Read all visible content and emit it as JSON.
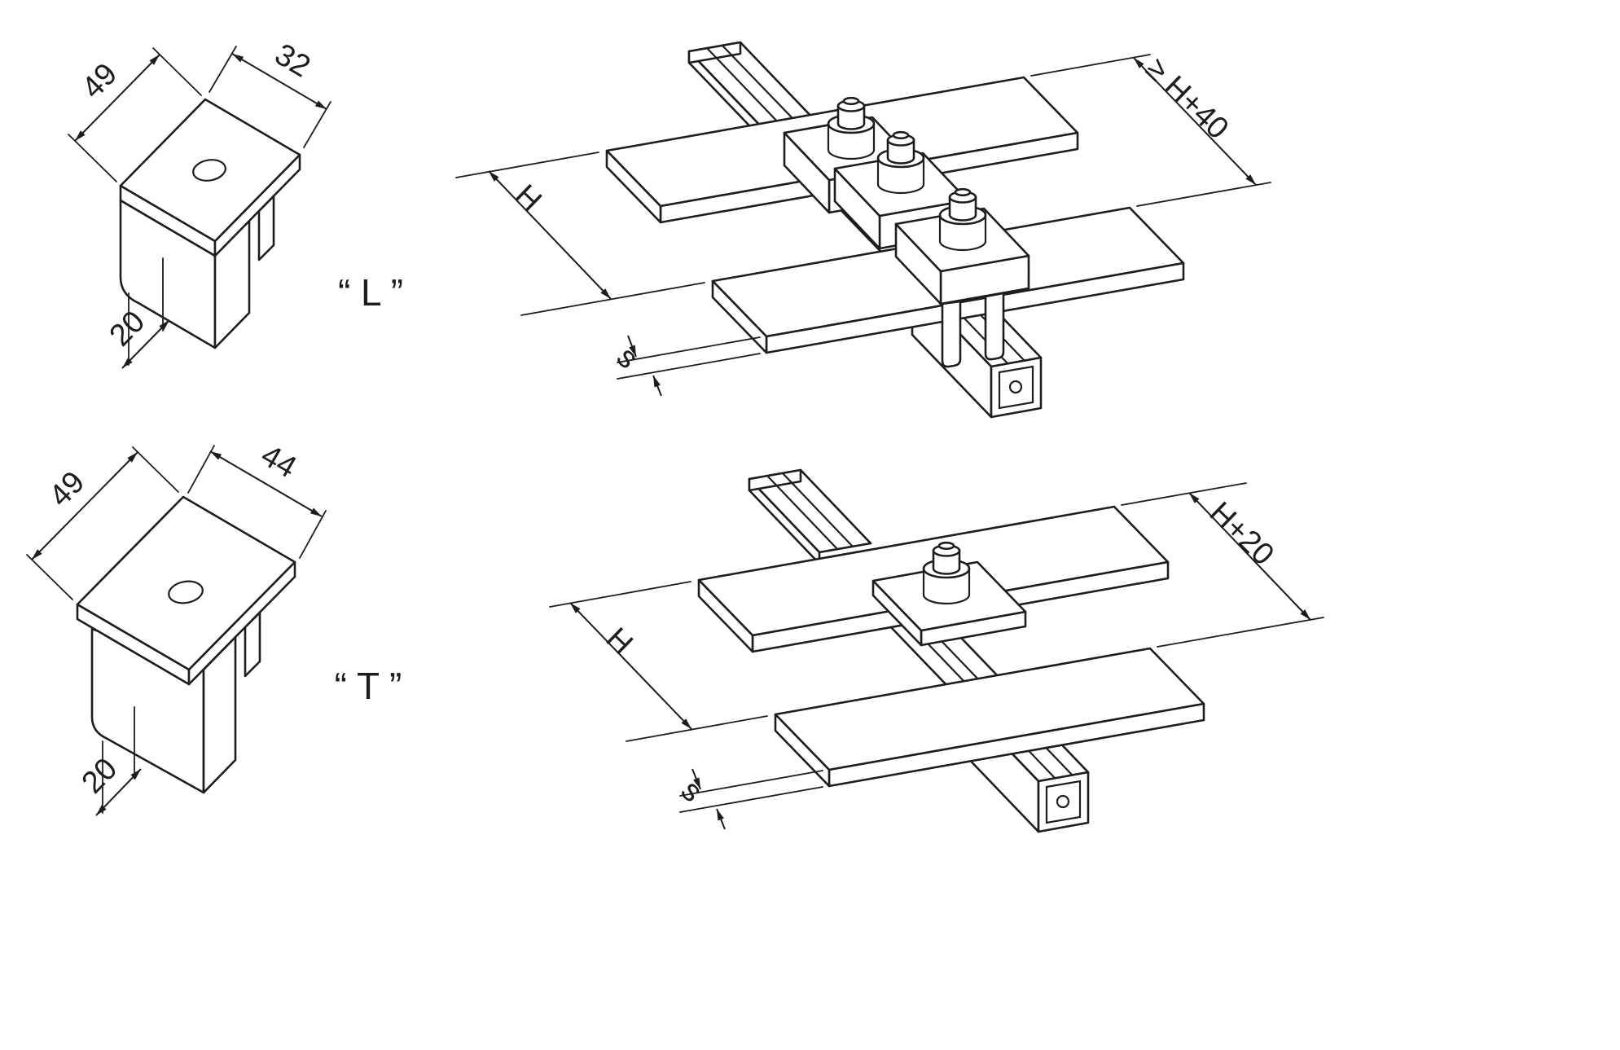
{
  "ink": "#1d1d1b",
  "l_fitting": {
    "label": "“ L ”",
    "dim_width": "49",
    "dim_depth": "32",
    "dim_foot": "20"
  },
  "t_fitting": {
    "label": "“ T ”",
    "dim_width": "49",
    "dim_depth": "44",
    "dim_foot": "20"
  },
  "l_assembly": {
    "dim_span": "≥ H+40",
    "dim_height": "H",
    "dim_thickness": "s"
  },
  "t_assembly": {
    "dim_span": "H+20",
    "dim_height": "H",
    "dim_thickness": "s"
  }
}
